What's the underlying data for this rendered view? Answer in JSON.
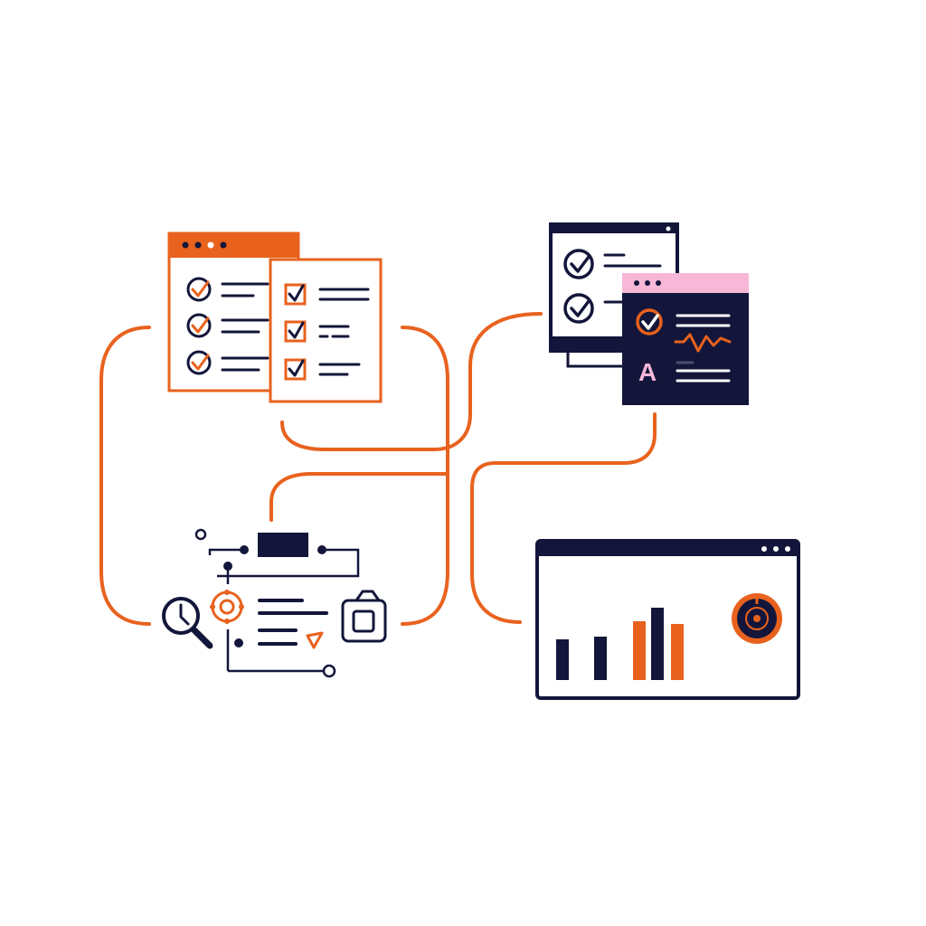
{
  "colors": {
    "accent": "#E8621E",
    "navy": "#13163A",
    "pink": "#F7B8D8",
    "background": "#FFFFFF"
  },
  "checklist_windows": {
    "back_window": {
      "items": [
        "check-circle",
        "check-circle",
        "check-circle"
      ]
    },
    "front_window": {
      "items": [
        "checkbox",
        "checkbox",
        "checkbox"
      ]
    }
  },
  "review_windows": {
    "front_window": {
      "badge_letter": "A"
    }
  },
  "dashboard_window": {
    "chart_data": {
      "type": "bar",
      "values": [
        45,
        48,
        65,
        80,
        62
      ],
      "series_colors": [
        "#13163A",
        "#13163A",
        "#E8621E",
        "#13163A",
        "#E8621E"
      ]
    }
  },
  "tools_cluster": {
    "icons": [
      "search-clock-icon",
      "lifebuoy-icon",
      "camera-icon",
      "checkmark-icon"
    ]
  }
}
